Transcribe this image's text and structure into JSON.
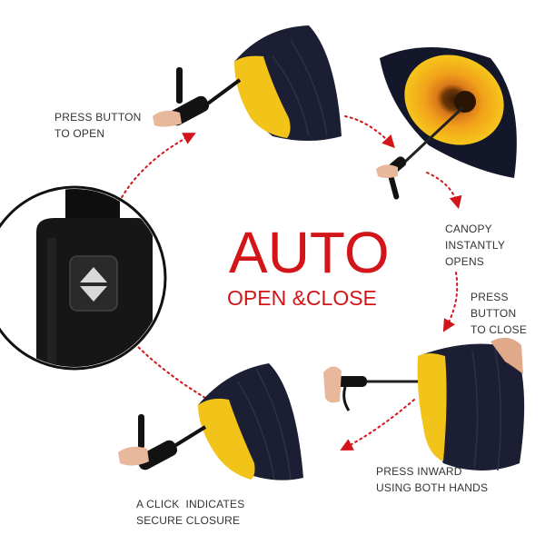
{
  "headline": {
    "main": "AUTO",
    "sub": "OPEN &CLOSE"
  },
  "steps": {
    "press_open": [
      "PRESS BUTTON",
      "TO OPEN"
    ],
    "canopy_opens": [
      "CANOPY",
      "INSTANTLY OPENS"
    ],
    "press_close": [
      "PRESS BUTTON",
      "TO CLOSE"
    ],
    "press_inward": [
      "PRESS INWARD",
      "USING BOTH HANDS"
    ],
    "click_closure": [
      "A CLICK  INDICATES",
      "SECURE CLOSURE"
    ]
  },
  "colors": {
    "accent_red": "#d21519",
    "canopy_navy": "#1c1f33",
    "flower_yellow": "#f2c319",
    "handle_black": "#141414"
  }
}
